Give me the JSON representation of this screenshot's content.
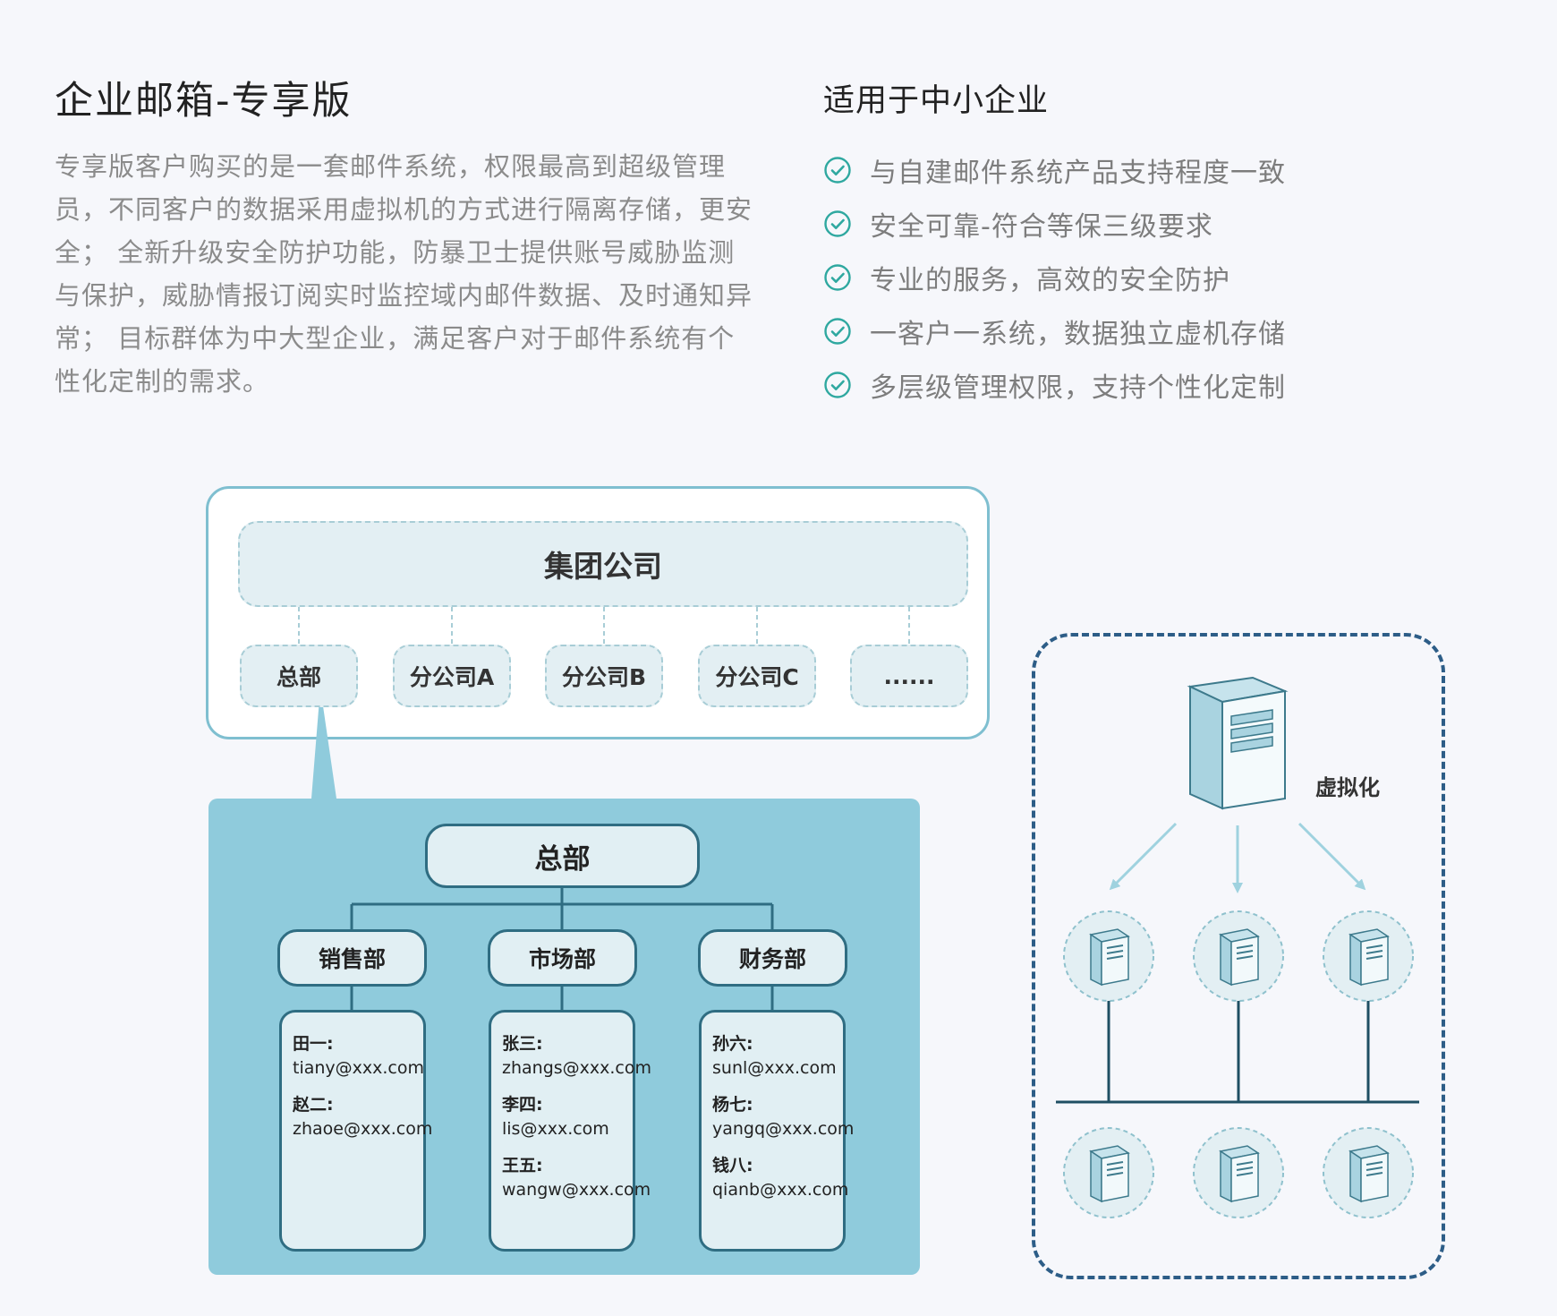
{
  "header": {
    "title": "企业邮箱-专享版",
    "description": "专享版客户购买的是一套邮件系统，权限最高到超级管理员，不同客户的数据采用虚拟机的方式进行隔离存储，更安全； 全新升级安全防护功能，防暴卫士提供账号威胁监测与保护，威胁情报订阅实时监控域内邮件数据、及时通知异常； 目标群体为中大型企业，满足客户对于邮件系统有个性化定制的需求。"
  },
  "features": {
    "title": "适用于中小企业",
    "items": [
      "与自建邮件系统产品支持程度一致",
      "安全可靠-符合等保三级要求",
      "专业的服务，高效的安全防护",
      "一客户一系统，数据独立虚机存储",
      "多层级管理权限，支持个性化定制"
    ]
  },
  "org": {
    "group": "集团公司",
    "branches": [
      "总部",
      "分公司A",
      "分公司B",
      "分公司C",
      "......"
    ],
    "hq": "总部",
    "departments": [
      {
        "name": "销售部",
        "people": [
          {
            "name": "田一:",
            "email": "tiany@xxx.com"
          },
          {
            "name": "赵二:",
            "email": "zhaoe@xxx.com"
          }
        ]
      },
      {
        "name": "市场部",
        "people": [
          {
            "name": "张三:",
            "email": "zhangs@xxx.com"
          },
          {
            "name": "李四:",
            "email": "lis@xxx.com"
          },
          {
            "name": "王五:",
            "email": "wangw@xxx.com"
          }
        ]
      },
      {
        "name": "财务部",
        "people": [
          {
            "name": "孙六:",
            "email": "sunl@xxx.com"
          },
          {
            "name": "杨七:",
            "email": "yangq@xxx.com"
          },
          {
            "name": "钱八:",
            "email": "qianb@xxx.com"
          }
        ]
      }
    ]
  },
  "virtualization": {
    "label": "虚拟化"
  },
  "colors": {
    "accent": "#2fa8a0",
    "panel": "#8fcbdc",
    "node_border": "#2f6d82",
    "virt_border": "#2d5d87"
  }
}
